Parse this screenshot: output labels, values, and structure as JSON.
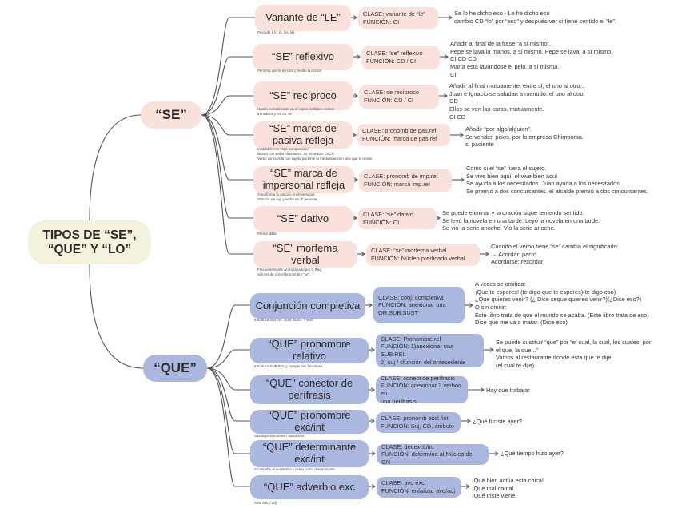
{
  "root": {
    "line1": "TIPOS DE “SE”,",
    "line2": "“QUE” Y “LO”"
  },
  "groups": {
    "se": "“SE”",
    "que": "“QUE”"
  },
  "se_items": [
    {
      "title": "Variante de “LE”",
      "note": [
        "Precede a lo, la, los, las"
      ],
      "cls": [
        "CLASE: variante de “le”",
        "FUNCIÓN: CI"
      ],
      "desc": [
        "Se lo he dicho eso - Le he dicho eso",
        "cambio CD “lo” por “eso” y después ver si tiene sentido el “le”."
      ]
    },
    {
      "title": "“SE” reflexivo",
      "note": [
        "Persona que la ejecuta y recibe la acción"
      ],
      "cls": [
        "CLASE: “se” reflexivo",
        "FUNCIÓN: CD / CI"
      ],
      "desc": [
        "Añadir al final de la frase “a sí mismo”.",
        "Pepe se lava la manos. a sí mismo. Pepe se lava. a sí mismo.",
        "CI            CD                                   CD",
        "María está lavándose el pelo. a sí misma.",
        "CI"
      ]
    },
    {
      "title": "“SE” recíproco",
      "note": [
        "Usado normalmente en el sujeto múltiples verbos",
        "transitivos y los os, se"
      ],
      "cls": [
        "CLASE: se recíproco",
        "FUNCIÓN: CD / CI"
      ],
      "desc": [
        "Añadir al final mutuamente, entre sí, el uno al otro...",
        "Juan e Ignacio se saludan a menudo. el uno al otro.",
        "CD",
        "Ellos se ven las caras. mutuamente.",
        "CI         CD"
      ]
    },
    {
      "title": "“SE” marca de pasiva refleja",
      "note": [
        "Invariable con lmpr, aunque aquí",
        "Nunca con verbo eliminativo, no necesitan CI/CD",
        "Verbo concuerda con sujeto paciente lo mediata acción sino que la recibe"
      ],
      "cls": [
        "CLASE: pronomb de pas.ref",
        "FUNCIÓN: marca de pas.ref"
      ],
      "desc": [
        "Añadir “por algo/alguien”.",
        "Se venden pisos. por la empresa Chimporsa.",
        "s. paciente"
      ]
    },
    {
      "title": "“SE” marca de impersonal refleja",
      "note": [
        "Transforma la oración en impersonal.",
        "Oración sin suj. y verbo en 3ª persona"
      ],
      "cls": [
        "CLASE: pronomb de imp.ref",
        "FUNCIÓN: marca imp.ref"
      ],
      "desc": [
        "Como si el “se” fuera el sujeto.",
        "Se vive bien aquí. el vive bien aquí",
        "Se ayuda a los necesitados. Juan ayuda a los necesitados",
        "Se premió a dos concursantes. el alcalde premió a dos concursantes."
      ]
    },
    {
      "title": "“SE” dativo",
      "note": [
        "Prescindible"
      ],
      "cls": [
        "CLASE: “se” dativo",
        "FUNCIÓN: CI"
      ],
      "desc": [
        "Se puede eliminar y la oración sigue teniendo sentido.",
        "Se leyó la novela en una tarde. Leyó la novela en una tarde.",
        "Se vio la serie anoche. Vio la serie anoche."
      ]
    },
    {
      "title": "“SE” morfema verbal",
      "note": [
        "Frecuentemente acompañado por C.Rég.",
        "Sólo es de con el pronombre “se”."
      ],
      "cls": [
        "CLASE: “se” morfema verbal",
        "FUNCIÓN: Núcleo predicado verbal"
      ],
      "desc": [
        "Cuando el verbo tiene “se” cambia el significado:",
        "→ Acordar: pacto",
        "    Acordarse: recordar"
      ]
    }
  ],
  "que_items": [
    {
      "title": "Conjunción completiva",
      "note": [
        "Introduce una OR. SUB. SUST + verb"
      ],
      "cls": [
        "CLASE: conj. completiva",
        "FUNCIÓN: anexionar una",
        "OR.SUB.SUST"
      ],
      "desc": [
        "A veces se omitida:",
        "¡Que te esperes! (te digo que te esperes)(te digo eso)",
        "¿Que quieres venir? (¿ Dice seque quieres venir?)(¿Dice eso?)",
        "O sin omitir:",
        "Este libro trata de que el mundo se acaba. (Este libro trata de eso)",
        "Dice que me va a matar. (Dice eso)"
      ]
    },
    {
      "title": "“QUE” pronombre relativo",
      "note": [
        "Introduce SUB.REL y cumple dos funciones"
      ],
      "cls": [
        "CLASE: Pronombre rel",
        "FUNCIÓN: 1)anexionar una SUB.REL",
        "2) suj / cfunción del antecedente"
      ],
      "desc": [
        "Se puede sustituir “que” por “el cual, la cual, los cuales, por",
        "el que, la que...”",
        "Vamos al restaurante donde esta que te dije.",
        "(el cual te dije)"
      ]
    },
    {
      "title": "“QUE” conector de perífrasis",
      "note": [],
      "cls": [
        "CLASE: conect de perífrasis",
        "FUNCIÓN: anexionar 2 verbos en",
        "una perífrasis."
      ],
      "desc": [
        "Hay que trabajar"
      ]
    },
    {
      "title": "“QUE” pronombre exc/int",
      "note": [
        "Sustituye al nombre / sustantivo"
      ],
      "cls": [
        "CLASE: pronomb excl./int",
        "FUNCIÓN: Suj, CD, atributo"
      ],
      "desc": [
        "¿Qué hiciste ayer?"
      ]
    },
    {
      "title": "“QUE” determinante exc/int",
      "note": [
        "Acompaña al sustantivo y actúa como determinante."
      ],
      "cls": [
        "CLASE: det excl./int",
        "FUNCIÓN: determina al Núcleo del GN"
      ],
      "desc": [
        "¿Qué tiempo hizo ayer?"
      ]
    },
    {
      "title": "“QUE” adverbio exc",
      "note": [
        "Ante adv. / adj"
      ],
      "cls": [
        "CLASE: avd excl",
        "FUNCIÓN: enfatizar avd/adj"
      ],
      "desc": [
        "¡Qué bien actúa esta chica!",
        "¡Qué mal canta!",
        "¡Qué triste viene!"
      ]
    }
  ]
}
